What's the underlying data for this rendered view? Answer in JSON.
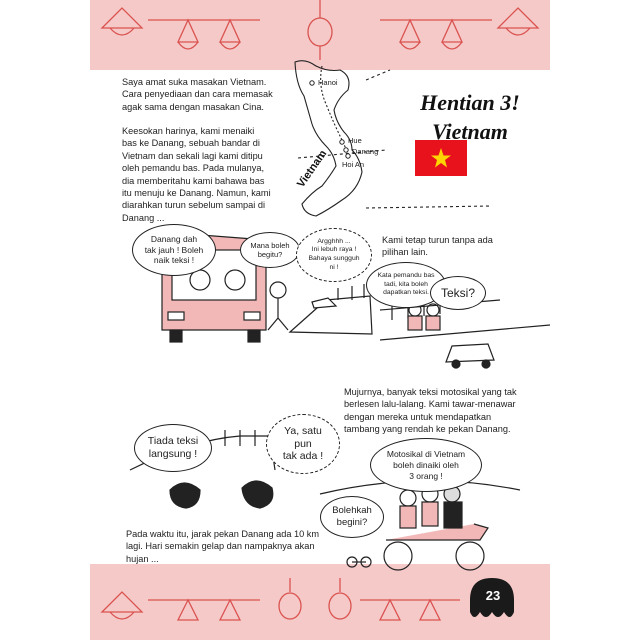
{
  "page": {
    "title_line1": "Hentian 3!",
    "title_line2": "Vietnam",
    "page_number": "23"
  },
  "map": {
    "hanoi": "Hanoi",
    "hue": "Hue",
    "danang": "Danang",
    "hoian": "Hoi An",
    "country": "Vietnam"
  },
  "paragraphs": {
    "p1": [
      "Saya amat suka masakan Vietnam.",
      "Cara penyediaan dan cara memasak",
      "agak sama dengan masakan Cina."
    ],
    "p2": [
      "Keesokan harinya, kami menaiki",
      "bas ke Danang, sebuah bandar di",
      "Vietnam dan sekali lagi kami ditipu",
      "oleh pemandu bas. Pada mulanya,",
      "dia memberitahu kami bahawa bas",
      "itu menuju ke Danang. Namun, kami",
      "diarahkan turun sebelum sampai di",
      "Danang ..."
    ],
    "p3": [
      "Kami tetap turun tanpa ada",
      "pilihan lain."
    ],
    "p4": [
      "Mujurnya, banyak teksi motosikal yang tak",
      "berlesen lalu-lalang. Kami tawar-menawar",
      "dengan mereka untuk mendapatkan",
      "tambang yang rendah ke pekan Danang."
    ],
    "p5": [
      "Pada waktu itu, jarak pekan Danang ada 10 km",
      "lagi. Hari semakin gelap dan nampaknya akan",
      "hujan ..."
    ]
  },
  "bubbles": {
    "b1": [
      "Danang dah",
      "tak jauh ! Boleh",
      "naik teksi !"
    ],
    "b2": [
      "Mana boleh",
      "begitu?"
    ],
    "b3": [
      "Argghhh ...",
      "Ini lebuh raya !",
      "Bahaya sungguh",
      "ni !"
    ],
    "b4": [
      "Kata pemandu bas",
      "tadi, kita boleh",
      "dapatkan teksi."
    ],
    "b5": [
      "Teksi?"
    ],
    "b6": [
      "Tiada teksi",
      "langsung !"
    ],
    "b7": [
      "Ya, satu",
      "pun",
      "tak ada !"
    ],
    "b8": [
      "Motosikal di Vietnam",
      "boleh dinaiki oleh",
      "3 orang !"
    ],
    "b9": [
      "Bolehkah",
      "begini?"
    ]
  },
  "colors": {
    "band": "#f6c9c9",
    "ink": "#d9534f",
    "flag_red": "#e8121c",
    "flag_star": "#ffd400",
    "octopus": "#1a1a1a"
  }
}
